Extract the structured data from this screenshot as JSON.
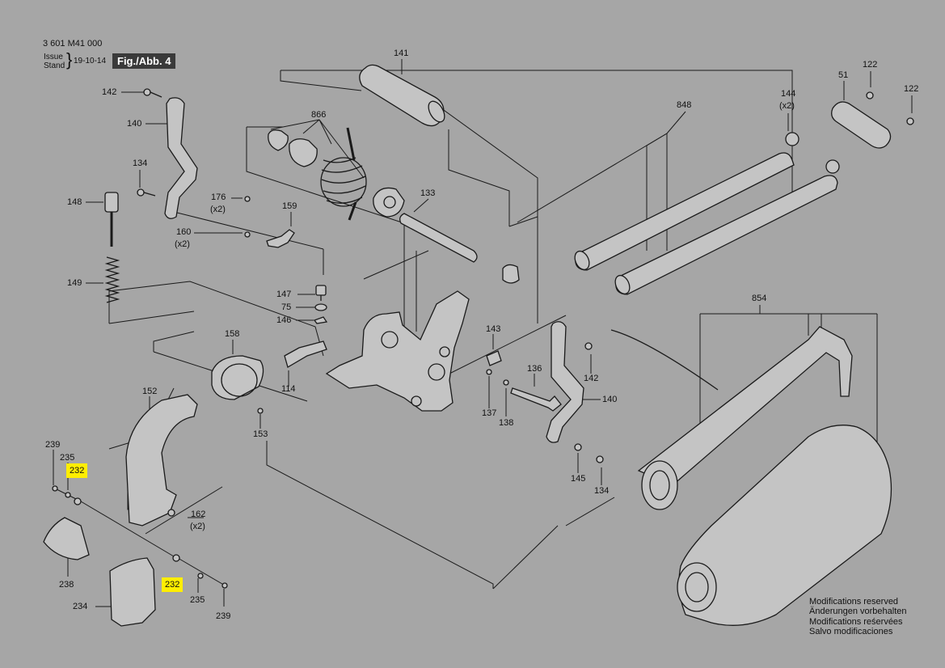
{
  "header": {
    "number": "3 601 M41 000",
    "issue": "Issue",
    "stand": "Stand",
    "brace": "}",
    "date": "19-10-14",
    "figure": "Fig./Abb. 4"
  },
  "labels": {
    "l141": "141",
    "l142a": "142",
    "l140a": "140",
    "l866": "866",
    "l134a": "134",
    "l148": "148",
    "l176": "176",
    "l176x": "(x2)",
    "l159": "159",
    "l160": "160",
    "l160x": "(x2)",
    "l133": "133",
    "l149": "149",
    "l147": "147",
    "l75": "75",
    "l146": "146",
    "l158": "158",
    "l114": "114",
    "l152": "152",
    "l153": "153",
    "l143": "143",
    "l136": "136",
    "l137": "137",
    "l138": "138",
    "l142b": "142",
    "l140b": "140",
    "l145": "145",
    "l134b": "134",
    "l848": "848",
    "l144": "144",
    "l144x": "(x2)",
    "l51": "51",
    "l122a": "122",
    "l122b": "122",
    "l854": "854",
    "l239a": "239",
    "l235a": "235",
    "l232a": "232",
    "l162": "162",
    "l162x": "(x2)",
    "l238": "238",
    "l232b": "232",
    "l235b": "235",
    "l234": "234",
    "l239b": "239"
  },
  "notes": [
    "Modifications reserved",
    "Änderungen vorbehalten",
    "Modifications reśervées",
    "Salvo modificaciones"
  ],
  "colors": {
    "background": "#a6a6a6",
    "line": "#1a1a1a",
    "part_fill": "#c4c4c4",
    "highlight": "#ffee00",
    "figure_tag": "#3a3a3a"
  }
}
